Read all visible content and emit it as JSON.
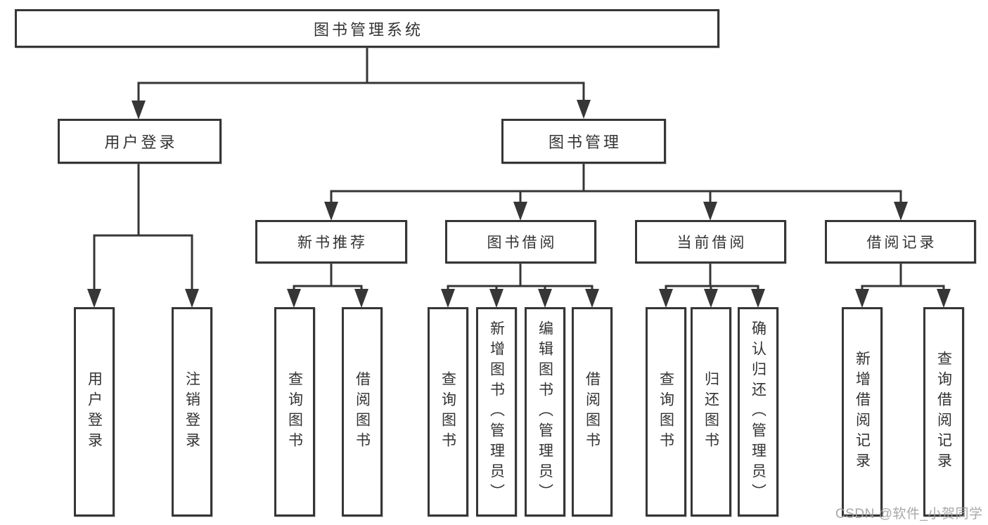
{
  "tree": {
    "root": "图书管理系统",
    "branches": [
      {
        "label": "用户登录",
        "children": [
          {
            "label": "用户登录"
          },
          {
            "label": "注销登录"
          }
        ]
      },
      {
        "label": "图书管理",
        "children": [
          {
            "label": "新书推荐",
            "children": [
              {
                "label": "查询图书"
              },
              {
                "label": "借阅图书"
              }
            ]
          },
          {
            "label": "图书借阅",
            "children": [
              {
                "label": "查询图书"
              },
              {
                "label": "新增图书（管理员）"
              },
              {
                "label": "编辑图书（管理员）"
              },
              {
                "label": "借阅图书"
              }
            ]
          },
          {
            "label": "当前借阅",
            "children": [
              {
                "label": "查询图书"
              },
              {
                "label": "归还图书"
              },
              {
                "label": "确认归还（管理员）"
              }
            ]
          },
          {
            "label": "借阅记录",
            "children": [
              {
                "label": "新增借阅记录"
              },
              {
                "label": "查询借阅记录"
              }
            ]
          }
        ]
      }
    ]
  },
  "watermark": {
    "text": "CSDN @软件_小贺同学"
  },
  "colors": {
    "line": "#363636",
    "box_border": "#363636",
    "text": "#333333",
    "watermark": "#9e9e9e",
    "background": "#ffffff"
  }
}
